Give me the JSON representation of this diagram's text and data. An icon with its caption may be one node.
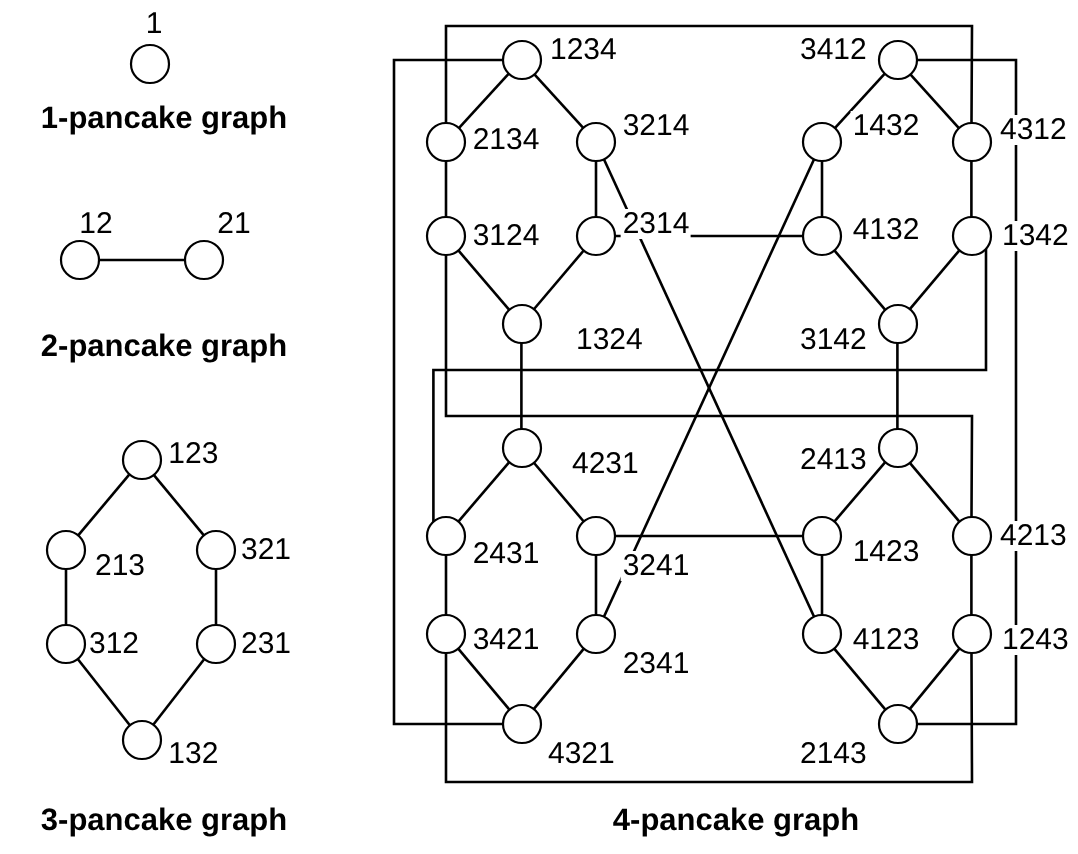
{
  "diagram": {
    "nodes": [
      {
        "text": [],
        "shape": "circle",
        "beside": [
          "1"
        ]
      },
      {
        "text": [],
        "shape": "circle",
        "beside": [
          "12"
        ]
      },
      {
        "text": [],
        "shape": "circle",
        "beside": [
          "21"
        ]
      },
      {
        "text": [],
        "shape": "circle",
        "beside": [
          "123"
        ]
      },
      {
        "text": [],
        "shape": "circle",
        "beside": [
          "213"
        ]
      },
      {
        "text": [],
        "shape": "circle",
        "beside": [
          "321"
        ]
      },
      {
        "text": [],
        "shape": "circle",
        "beside": [
          "312"
        ]
      },
      {
        "text": [],
        "shape": "circle",
        "beside": [
          "231"
        ]
      },
      {
        "text": [],
        "shape": "circle",
        "beside": [
          "132"
        ]
      },
      {
        "text": [],
        "shape": "circle",
        "beside": [
          "1234"
        ]
      },
      {
        "text": [],
        "shape": "circle",
        "beside": [
          "3412"
        ]
      },
      {
        "text": [],
        "shape": "circle",
        "beside": [
          "2134"
        ]
      },
      {
        "text": [],
        "shape": "circle",
        "beside": [
          "3214"
        ]
      },
      {
        "text": [],
        "shape": "circle",
        "beside": [
          "1432"
        ]
      },
      {
        "text": [],
        "shape": "circle",
        "beside": [
          "4312"
        ]
      },
      {
        "text": [],
        "shape": "circle",
        "beside": [
          "3124"
        ]
      },
      {
        "text": [],
        "shape": "circle",
        "beside": [
          "2314"
        ]
      },
      {
        "text": [],
        "shape": "circle",
        "beside": [
          "4132"
        ]
      },
      {
        "text": [],
        "shape": "circle",
        "beside": [
          "1342"
        ]
      },
      {
        "text": [],
        "shape": "circle",
        "beside": [
          "1324"
        ]
      },
      {
        "text": [],
        "shape": "circle",
        "beside": [
          "3142"
        ]
      },
      {
        "text": [],
        "shape": "circle",
        "beside": [
          "4231"
        ]
      },
      {
        "text": [],
        "shape": "circle",
        "beside": [
          "2413"
        ]
      },
      {
        "text": [],
        "shape": "circle",
        "beside": [
          "2431"
        ]
      },
      {
        "text": [],
        "shape": "circle",
        "beside": [
          "3241"
        ]
      },
      {
        "text": [],
        "shape": "circle",
        "beside": [
          "1423"
        ]
      },
      {
        "text": [],
        "shape": "circle",
        "beside": [
          "4213"
        ]
      },
      {
        "text": [],
        "shape": "circle",
        "beside": [
          "3421"
        ]
      },
      {
        "text": [],
        "shape": "circle",
        "beside": [
          "2341"
        ]
      },
      {
        "text": [],
        "shape": "circle",
        "beside": [
          "4123"
        ]
      },
      {
        "text": [],
        "shape": "circle",
        "beside": [
          "1243"
        ]
      },
      {
        "text": [],
        "shape": "circle",
        "beside": [
          "4321"
        ]
      },
      {
        "text": [],
        "shape": "circle",
        "beside": [
          "2143"
        ]
      }
    ],
    "edges": [
      {
        "from": 1,
        "to": 2,
        "arrow": "none"
      },
      {
        "from": 3,
        "to": 4,
        "arrow": "none"
      },
      {
        "from": 3,
        "to": 5,
        "arrow": "none"
      },
      {
        "from": 4,
        "to": 6,
        "arrow": "none"
      },
      {
        "from": 5,
        "to": 7,
        "arrow": "none"
      },
      {
        "from": 6,
        "to": 8,
        "arrow": "none"
      },
      {
        "from": 7,
        "to": 8,
        "arrow": "none"
      },
      {
        "from": 9,
        "to": 11,
        "arrow": "none"
      },
      {
        "from": 9,
        "to": 12,
        "arrow": "none"
      },
      {
        "from": 11,
        "to": 15,
        "arrow": "none"
      },
      {
        "from": 12,
        "to": 16,
        "arrow": "none"
      },
      {
        "from": 15,
        "to": 19,
        "arrow": "none"
      },
      {
        "from": 16,
        "to": 19,
        "arrow": "none"
      },
      {
        "from": 10,
        "to": 13,
        "arrow": "none"
      },
      {
        "from": 10,
        "to": 14,
        "arrow": "none"
      },
      {
        "from": 13,
        "to": 17,
        "arrow": "none"
      },
      {
        "from": 14,
        "to": 18,
        "arrow": "none"
      },
      {
        "from": 17,
        "to": 20,
        "arrow": "none"
      },
      {
        "from": 18,
        "to": 20,
        "arrow": "none"
      },
      {
        "from": 21,
        "to": 23,
        "arrow": "none"
      },
      {
        "from": 21,
        "to": 24,
        "arrow": "none"
      },
      {
        "from": 23,
        "to": 27,
        "arrow": "none"
      },
      {
        "from": 24,
        "to": 28,
        "arrow": "none"
      },
      {
        "from": 27,
        "to": 31,
        "arrow": "none"
      },
      {
        "from": 28,
        "to": 31,
        "arrow": "none"
      },
      {
        "from": 22,
        "to": 25,
        "arrow": "none"
      },
      {
        "from": 22,
        "to": 26,
        "arrow": "none"
      },
      {
        "from": 25,
        "to": 29,
        "arrow": "none"
      },
      {
        "from": 26,
        "to": 30,
        "arrow": "none"
      },
      {
        "from": 29,
        "to": 32,
        "arrow": "none"
      },
      {
        "from": 30,
        "to": 32,
        "arrow": "none"
      },
      {
        "from": 9,
        "to": 31,
        "arrow": "none"
      },
      {
        "from": 10,
        "to": 32,
        "arrow": "none"
      },
      {
        "from": 11,
        "to": 14,
        "arrow": "none"
      },
      {
        "from": 15,
        "to": 26,
        "arrow": "none"
      },
      {
        "from": 23,
        "to": 18,
        "arrow": "none"
      },
      {
        "from": 27,
        "to": 30,
        "arrow": "none"
      },
      {
        "from": 19,
        "to": 21,
        "arrow": "none"
      },
      {
        "from": 20,
        "to": 22,
        "arrow": "none"
      },
      {
        "from": 16,
        "to": 17,
        "arrow": "none"
      },
      {
        "from": 24,
        "to": 25,
        "arrow": "none"
      },
      {
        "from": 12,
        "to": 29,
        "arrow": "none"
      },
      {
        "from": 13,
        "to": 28,
        "arrow": "none"
      }
    ],
    "labels": [
      "1-pancake graph",
      "2-pancake graph",
      "3-pancake graph",
      "4-pancake graph"
    ]
  }
}
